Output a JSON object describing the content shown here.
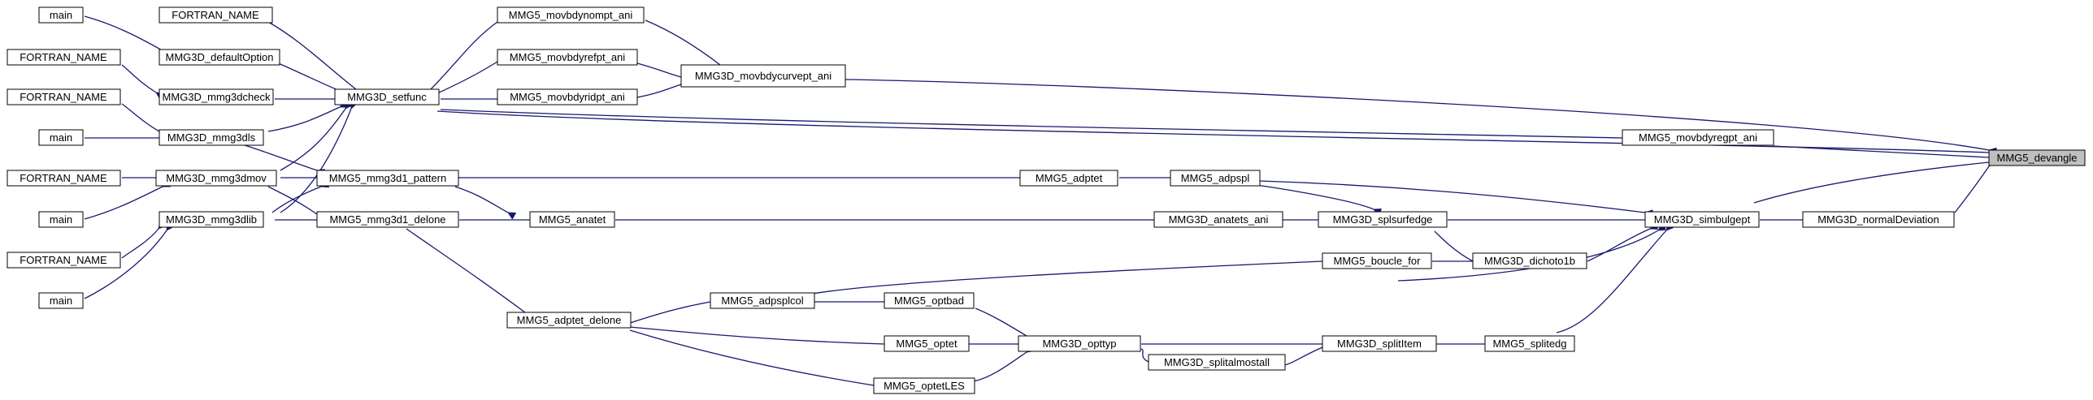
{
  "colors": {
    "edge": "#191970",
    "root_fill": "#bfbfbf",
    "node_fill": "#ffffff",
    "node_border": "#000000"
  },
  "nodes": {
    "main_a": "main",
    "fortran_top": "FORTRAN_NAME",
    "movbdynompt": "MMG5_movbdynompt_ani",
    "default_option": "MMG3D_defaultOption",
    "movbdyrefpt": "MMG5_movbdyrefpt_ani",
    "movbdycurvept": "MMG3D_movbdycurvept_ani",
    "fortran_b": "FORTRAN_NAME",
    "mmg3dcheck": "MMG3D_mmg3dcheck",
    "setfunc": "MMG3D_setfunc",
    "movbdyridpt": "MMG5_movbdyridpt_ani",
    "main_b": "main",
    "mmg3dls": "MMG3D_mmg3dls",
    "movbdyregpt": "MMG5_movbdyregpt_ani",
    "devangle": "MMG5_devangle",
    "fortran_c": "FORTRAN_NAME",
    "mmg3dmov": "MMG3D_mmg3dmov",
    "pattern": "MMG5_mmg3d1_pattern",
    "adptet": "MMG5_adptet",
    "adpspl": "MMG5_adpspl",
    "main_c": "main",
    "mmg3dlib": "MMG3D_mmg3dlib",
    "delone": "MMG5_mmg3d1_delone",
    "anatet": "MMG5_anatet",
    "anatets_ani": "MMG3D_anatets_ani",
    "splsurfedge": "MMG3D_splsurfedge",
    "simbulgept": "MMG3D_simbulgept",
    "normal_dev": "MMG3D_normalDeviation",
    "fortran_d": "FORTRAN_NAME",
    "dichoto1b": "MMG3D_dichoto1b",
    "main_d": "main",
    "boucle_for": "MMG5_boucle_for",
    "adpsplcol": "MMG5_adpsplcol",
    "optbad": "MMG5_optbad",
    "adptet_delone": "MMG5_adptet_delone",
    "optet": "MMG5_optet",
    "opttyp": "MMG3D_opttyp",
    "splititem": "MMG3D_splitItem",
    "splitedg": "MMG5_splitedg",
    "splitalmostall": "MMG3D_splitalmostall",
    "optetles": "MMG5_optetLES"
  }
}
